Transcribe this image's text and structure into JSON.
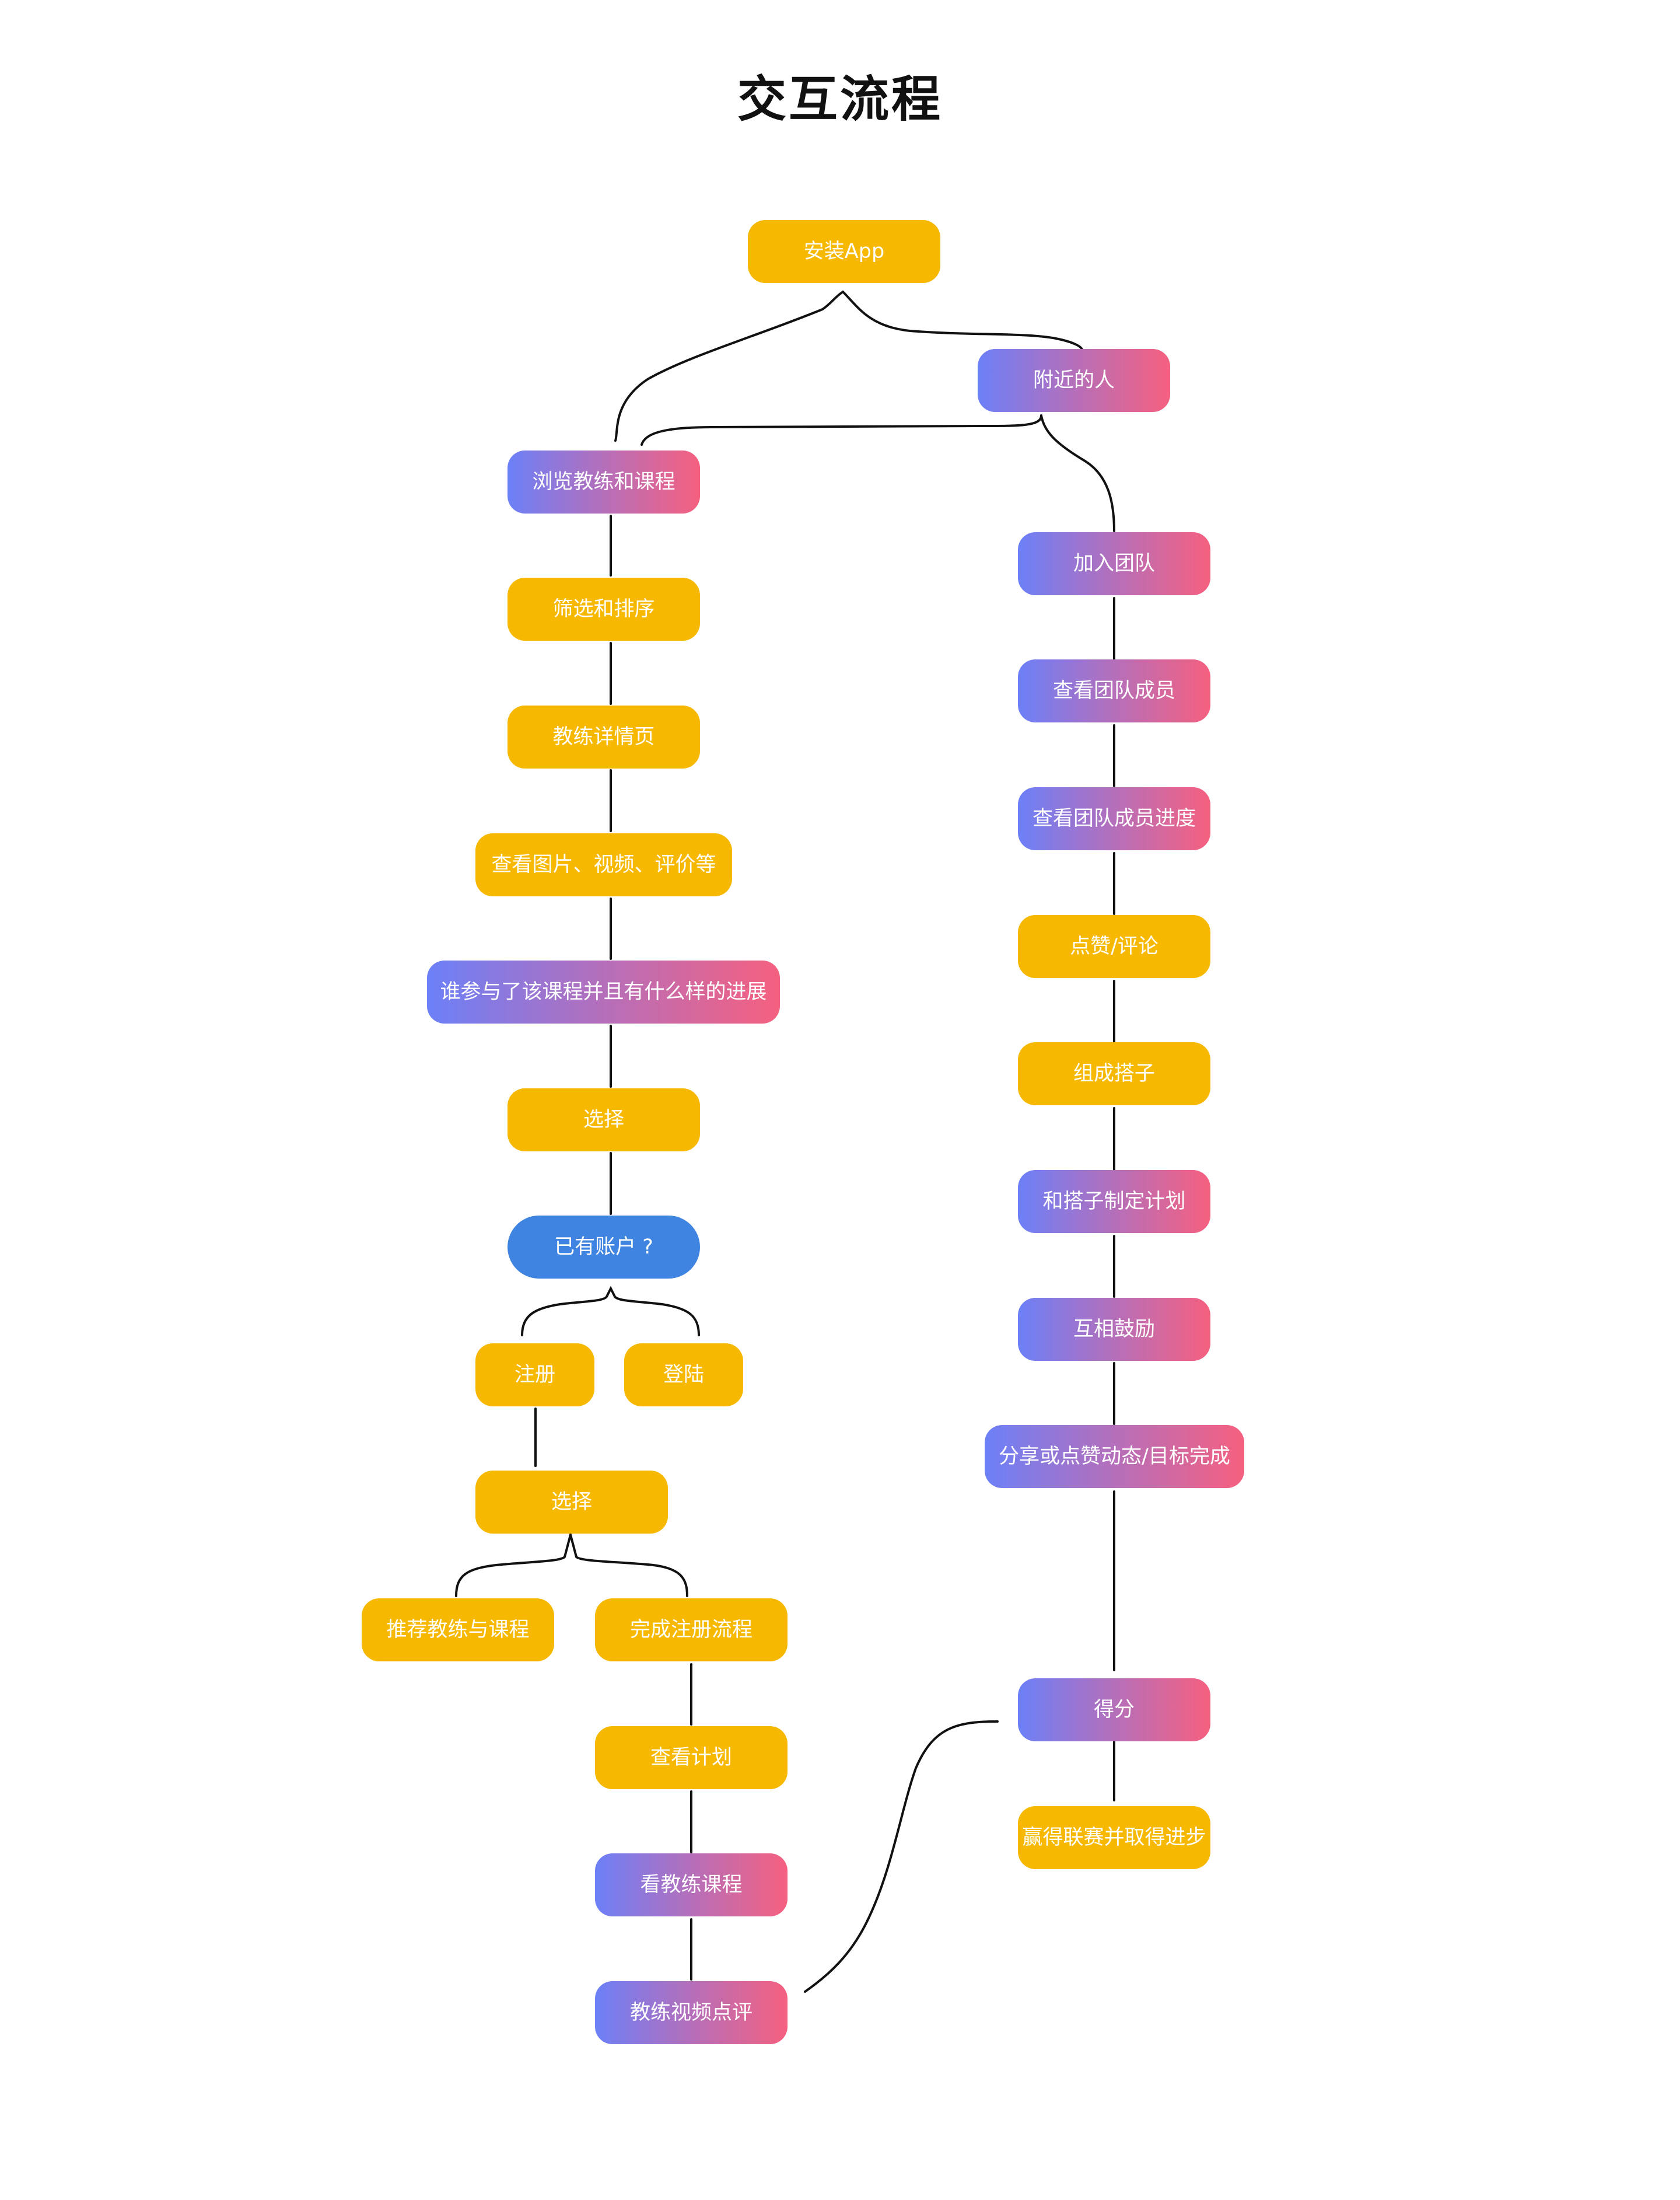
{
  "title": "交互流程",
  "colors": {
    "yellow": "#F6B800",
    "gradient_start": "#6C80F8",
    "gradient_end": "#F5607F",
    "decision_blue": "#3F84E0",
    "connector": "#111111"
  },
  "nodes": {
    "install": "安装App",
    "nearby": "附近的人",
    "browse": "浏览教练和课程",
    "filter_sort": "筛选和排序",
    "coach_detail": "教练详情页",
    "view_media": "查看图片、视频、评价等",
    "who_joined": "谁参与了该课程并且有什么样的进展",
    "choose_1": "选择",
    "has_account": "已有账户 ?",
    "register": "注册",
    "login": "登陆",
    "choose_2": "选择",
    "recommend": "推荐教练与课程",
    "finish_register": "完成注册流程",
    "view_plan": "查看计划",
    "watch_course": "看教练课程",
    "video_review": "教练视频点评",
    "join_team": "加入团队",
    "team_members": "查看团队成员",
    "member_progress": "查看团队成员进度",
    "like_comment": "点赞/评论",
    "form_partner": "组成搭子",
    "partner_plan": "和搭子制定计划",
    "encourage": "互相鼓励",
    "share_like": "分享或点赞动态/目标完成",
    "score": "得分",
    "win_league": "赢得联赛并取得进步"
  }
}
